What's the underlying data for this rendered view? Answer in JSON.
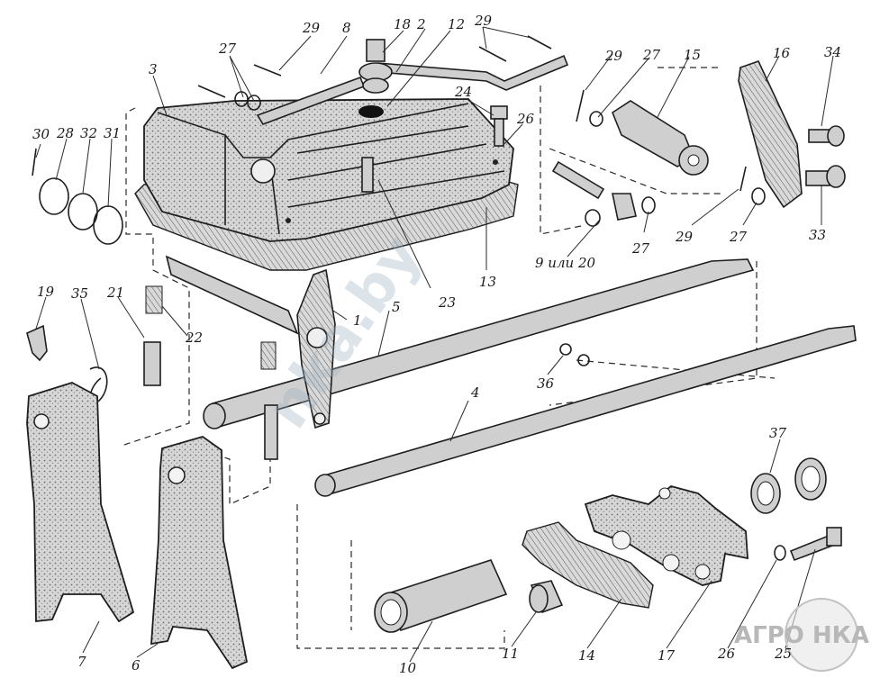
{
  "labels": {
    "l1": "1",
    "l2": "2",
    "l3": "3",
    "l4": "4",
    "l5": "5",
    "l6": "6",
    "l7": "7",
    "l8": "8",
    "l10": "10",
    "l11": "11",
    "l12": "12",
    "l13": "13",
    "l14": "14",
    "l15": "15",
    "l16": "16",
    "l17": "17",
    "l18": "18",
    "l19": "19",
    "l20": "9 или 20",
    "l21": "21",
    "l22": "22",
    "l23": "23",
    "l24": "24",
    "l25": "25",
    "l26a": "26",
    "l26b": "26",
    "l27a": "27",
    "l27b": "27",
    "l27c": "27",
    "l27d": "27",
    "l28": "28",
    "l29a": "29",
    "l29b": "29",
    "l29c": "29",
    "l29d": "29",
    "l30": "30",
    "l31": "31",
    "l32": "32",
    "l33": "33",
    "l34": "34",
    "l35": "35",
    "l36": "36",
    "l37": "37"
  },
  "watermark": "nka.by",
  "logo": "АГРО НКА"
}
